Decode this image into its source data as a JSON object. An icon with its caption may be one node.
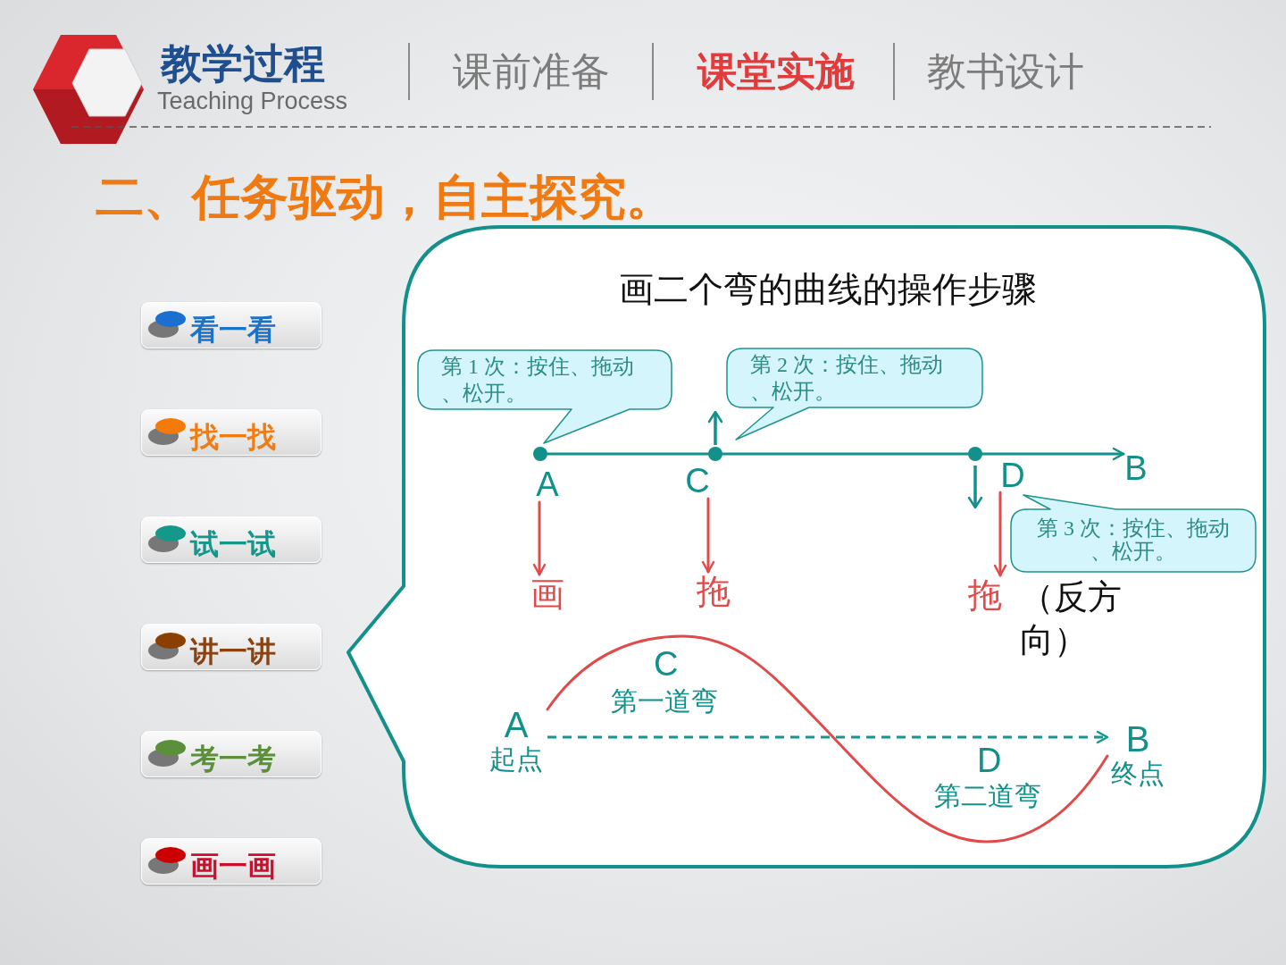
{
  "diagram": {
    "title": "二、任务驱动，自主探究。",
    "nodes": [
      {
        "text": [
          "看一看"
        ]
      },
      {
        "text": [
          "找一找"
        ]
      },
      {
        "text": [
          "试一试"
        ]
      },
      {
        "text": [
          "讲一讲"
        ]
      },
      {
        "text": [
          "考一考"
        ]
      },
      {
        "text": [
          "画一画"
        ]
      },
      {
        "text": [
          "画二个弯的曲线的操作步骤"
        ]
      },
      {
        "text": [
          "第 1 次：按住、拖动、松开。"
        ],
        "in": 6
      },
      {
        "text": [
          "第 2 次：按住、拖动、松开。"
        ],
        "in": 6
      },
      {
        "text": [
          "A"
        ],
        "in": 6
      },
      {
        "text": [
          "C"
        ],
        "in": 6
      },
      {
        "text": [
          "D"
        ],
        "in": 6
      },
      {
        "text": [
          "第 3 次：按住、拖动、松开。"
        ],
        "in": 6
      },
      {
        "text": [
          "画"
        ],
        "in": 6
      },
      {
        "text": [
          "拖"
        ],
        "in": 6
      },
      {
        "text": [
          "拖"
        ],
        "beside": [
          "（反方向）"
        ],
        "in": 6
      },
      {
        "text": [
          "A"
        ],
        "beside": [
          "起点"
        ],
        "in": 6
      },
      {
        "text": [
          "B"
        ],
        "beside": [
          "终点"
        ],
        "in": 6
      },
      {
        "text": [],
        "shape": "circle",
        "in": 6
      },
      {
        "text": [],
        "shape": "circle",
        "in": 6
      },
      {
        "text": [],
        "shape": "circle",
        "in": 6
      },
      {
        "text": [
          "B"
        ],
        "in": 6
      }
    ],
    "edges": [
      {
        "from": 9,
        "to": 13,
        "arrow": "to"
      },
      {
        "from": 10,
        "to": 14,
        "arrow": "to"
      },
      {
        "from": 11,
        "to": 15,
        "arrow": "to"
      },
      {
        "from": 16,
        "to": 17,
        "arrow": "none"
      },
      {
        "from": 16,
        "to": 17,
        "arrow": "to",
        "style": "dashed",
        "color": "#16968c"
      },
      {
        "from": 18,
        "to": 19,
        "arrow": "none",
        "color": "#13908a"
      },
      {
        "from": 19,
        "to": 20,
        "arrow": "none",
        "color": "#13908a"
      },
      {
        "from": 20,
        "to": 21,
        "arrow": "to",
        "color": "#13908a"
      }
    ],
    "labels": [
      "教学过程",
      "Teaching Process",
      "课前准备",
      "课堂实施",
      "教书设计",
      "C",
      "第一道弯",
      "D",
      "第二道弯"
    ]
  }
}
